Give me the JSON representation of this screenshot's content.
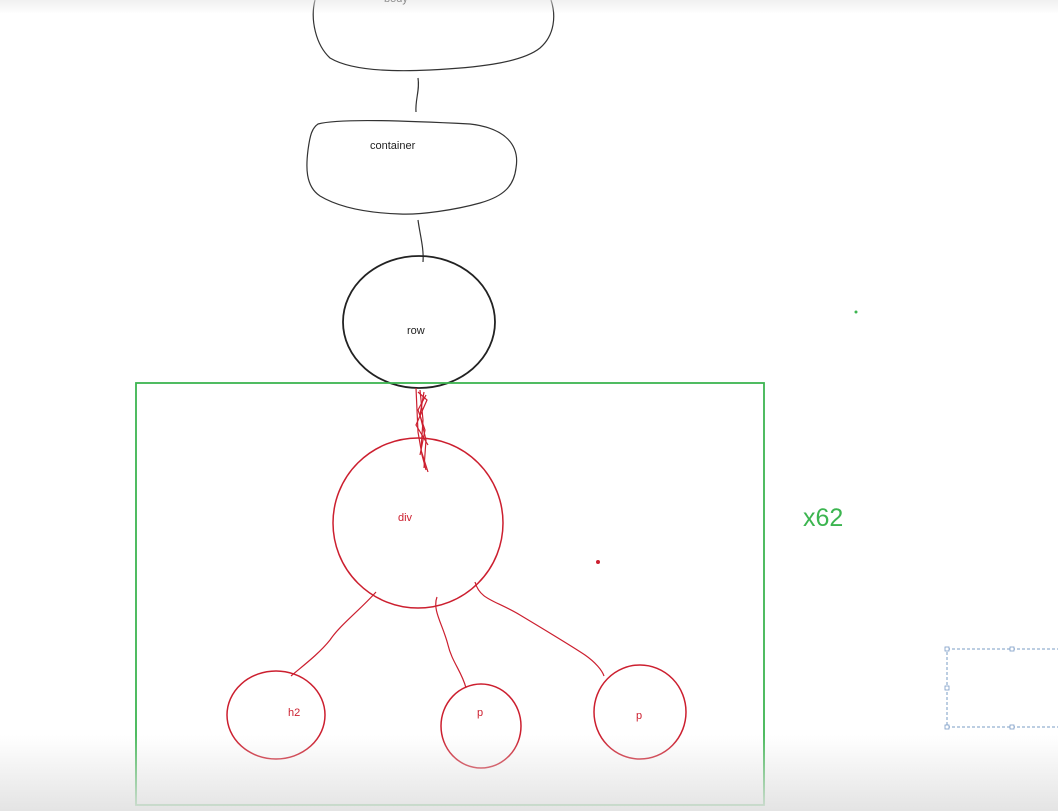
{
  "diagram": {
    "nodes": {
      "body": "body",
      "container": "container",
      "row": "row",
      "div": "div",
      "h2": "h2",
      "p1": "p",
      "p2": "p"
    },
    "multiplier": "x62",
    "colors": {
      "outline": "#333333",
      "red": "#cc1f2f",
      "green": "#3cb550",
      "selection": "#7a9cc6"
    }
  }
}
